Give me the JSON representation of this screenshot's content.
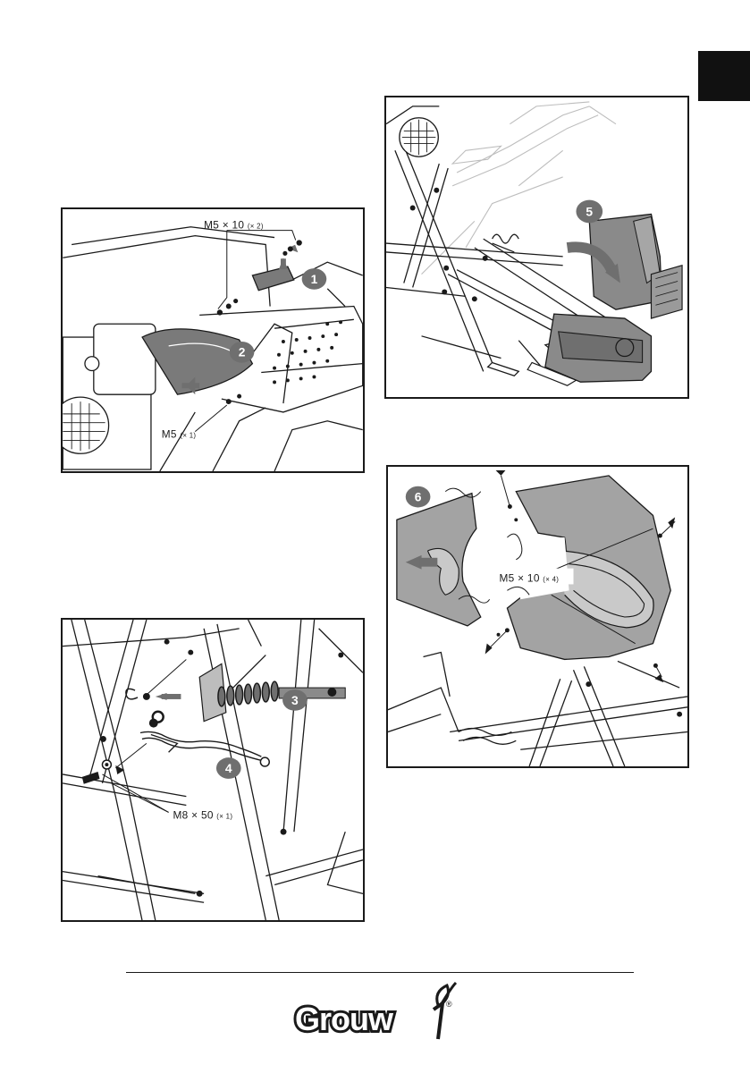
{
  "panel1": {
    "callout_top_text": "M5 × 10",
    "callout_top_qty": "(× 2)",
    "callout_bottom_text": "M5",
    "callout_bottom_qty": "(× 1)",
    "step_a": "1",
    "step_b": "2"
  },
  "panel2": {
    "step": "5"
  },
  "panel3": {
    "step_a": "3",
    "step_b": "4",
    "callout_text": "M8 × 50",
    "callout_qty": "(× 1)"
  },
  "panel4": {
    "step": "6",
    "callout_text": "M5 × 10",
    "callout_qty": "(× 4)"
  },
  "footer": {
    "brand": "Grouw",
    "registered": "®"
  },
  "colors": {
    "accent_gray": "#6f6f6f",
    "line": "#1a1a1a",
    "fill_gray": "#c9c9c9"
  }
}
